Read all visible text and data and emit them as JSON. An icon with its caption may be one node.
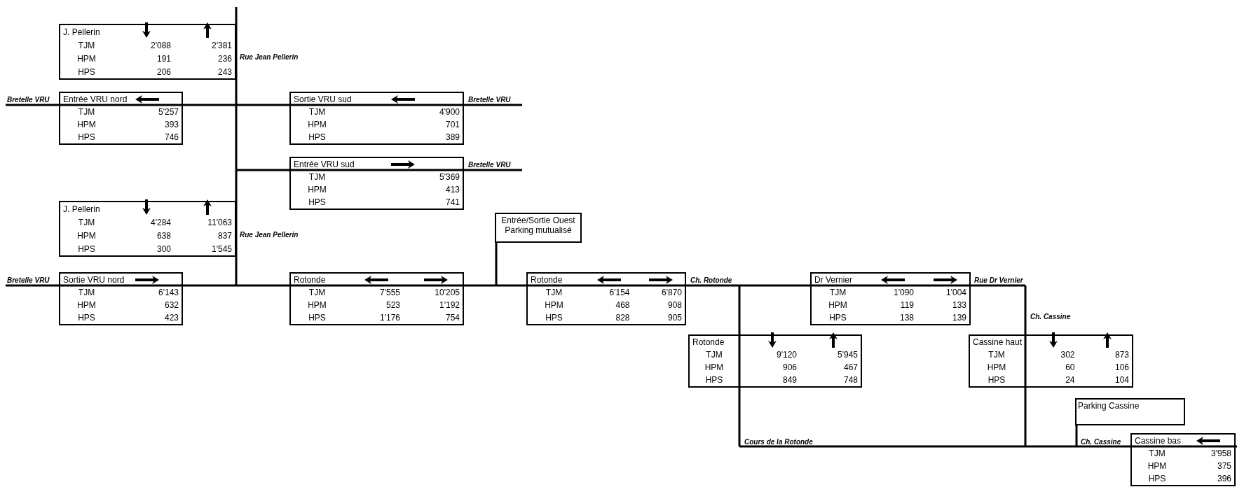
{
  "diagram": {
    "nodes": [
      {
        "text": [
          "J. Pellerin",
          "TJM",
          "2'088",
          "2'381",
          "HPM",
          "191",
          "236",
          "HPS",
          "206",
          "243"
        ]
      },
      {
        "text": [
          "Entrée VRU nord",
          "TJM",
          "5'257",
          "HPM",
          "393",
          "HPS",
          "746"
        ]
      },
      {
        "text": [
          "Sortie VRU sud",
          "TJM",
          "4'900",
          "HPM",
          "701",
          "HPS",
          "389"
        ]
      },
      {
        "text": [
          "Entrée VRU sud",
          "TJM",
          "5'369",
          "HPM",
          "413",
          "HPS",
          "741"
        ]
      },
      {
        "text": [
          "J. Pellerin",
          "TJM",
          "4'284",
          "11'063",
          "HPM",
          "638",
          "837",
          "HPS",
          "300",
          "1'545"
        ]
      },
      {
        "text": [
          "Entrée/Sortie Ouest Parking mutualisé"
        ]
      },
      {
        "text": [
          "Sortie VRU nord",
          "TJM",
          "6'143",
          "HPM",
          "632",
          "HPS",
          "423"
        ]
      },
      {
        "text": [
          "Rotonde",
          "TJM",
          "7'555",
          "10'205",
          "HPM",
          "523",
          "1'192",
          "HPS",
          "1'176",
          "754"
        ]
      },
      {
        "text": [
          "Rotonde",
          "TJM",
          "6'154",
          "6'870",
          "HPM",
          "468",
          "908",
          "HPS",
          "828",
          "905"
        ]
      },
      {
        "text": [
          "Dr Vernier",
          "TJM",
          "1'090",
          "1'004",
          "HPM",
          "119",
          "133",
          "HPS",
          "138",
          "139"
        ]
      },
      {
        "text": [
          "Rotonde",
          "TJM",
          "9'120",
          "5'945",
          "HPM",
          "906",
          "467",
          "HPS",
          "849",
          "748"
        ]
      },
      {
        "text": [
          "Cassine haut",
          "TJM",
          "302",
          "873",
          "HPM",
          "60",
          "106",
          "HPS",
          "24",
          "104"
        ]
      },
      {
        "text": [
          "Parking Cassine"
        ]
      },
      {
        "text": [
          "Cassine bas",
          "TJM",
          "3'958",
          "HPM",
          "375",
          "HPS",
          "396"
        ]
      }
    ],
    "labels": [
      "Rue Jean Pellerin",
      "Bretelle VRU",
      "Bretelle VRU",
      "Bretelle VRU",
      "Rue Jean Pellerin",
      "Bretelle VRU",
      "Ch. Rotonde",
      "Rue Dr Vernier",
      "Ch. Cassine",
      "Cours de la Rotonde",
      "Ch. Cassine"
    ]
  }
}
